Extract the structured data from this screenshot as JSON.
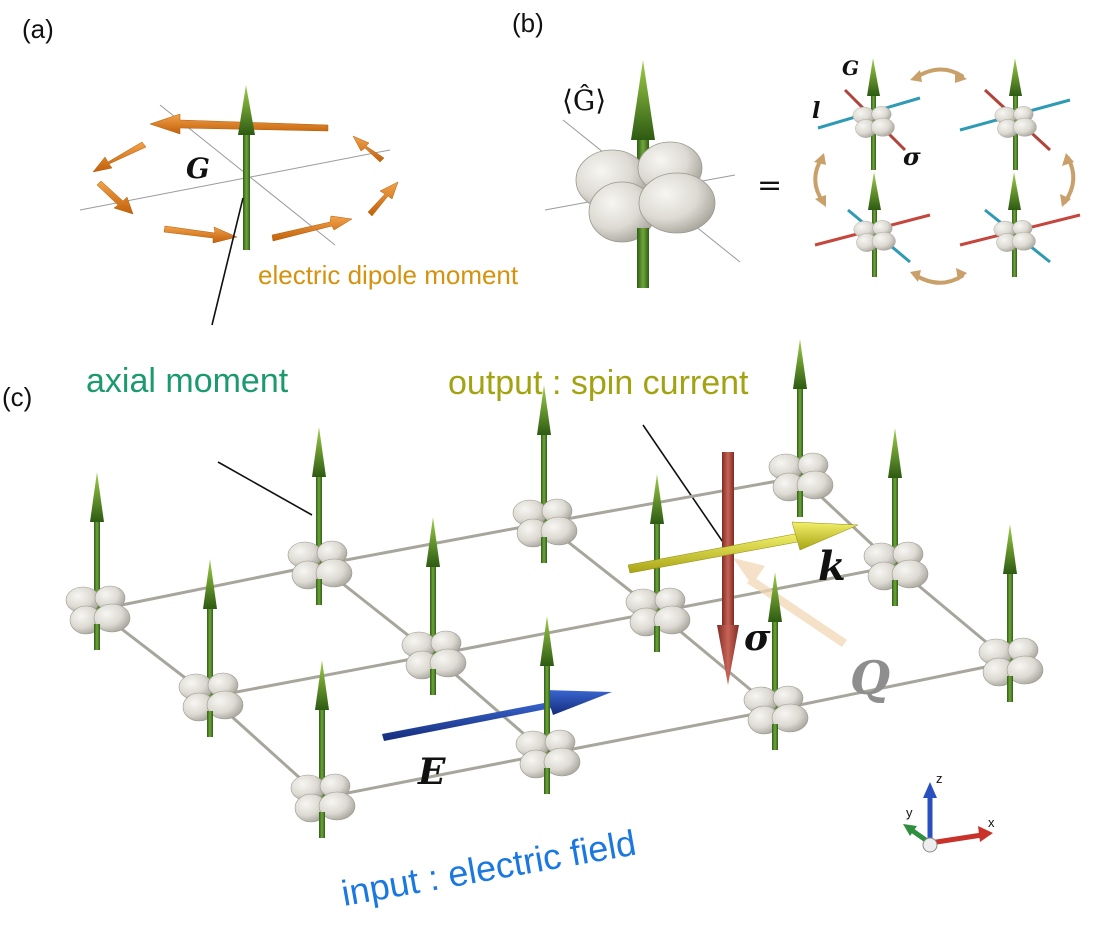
{
  "panels": {
    "a": {
      "tag": "(a)",
      "symbol_G": "G",
      "dipole_label": "electric dipole moment",
      "axial_label": "axial moment"
    },
    "b": {
      "tag": "(b)",
      "expectation_G": "⟨Ĝ⟩",
      "equals": "=",
      "symbol_G": "G",
      "symbol_l": "l",
      "symbol_sigma": "σ"
    },
    "c": {
      "tag": "(c)",
      "output_label": "output : spin current",
      "input_label": "input : electric field",
      "symbol_k": "k",
      "symbol_sigma": "σ",
      "symbol_Q": "Q",
      "symbol_E": "E"
    }
  },
  "axes_triad": {
    "x": "x",
    "y": "y",
    "z": "z"
  },
  "colors": {
    "axial_green": "#3f7a1f",
    "dipole_orange": "#e07a10",
    "dipole_label": "#d4920f",
    "axial_label": "#1b9a6e",
    "output_label": "#a3a312",
    "input_label": "#1a78e0",
    "electric_field_arrow": "#1b3fa5",
    "spin_arrow": "#b3473c",
    "k_arrow": "#d8d42a",
    "Q_arrow": "#f2d6b6",
    "lobe": "#dddbd4"
  }
}
